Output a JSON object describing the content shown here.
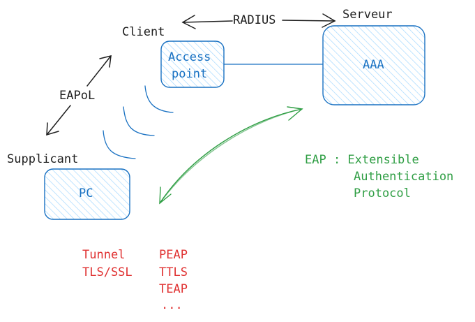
{
  "labels": {
    "client": "Client",
    "serveur": "Serveur",
    "radius": "RADIUS",
    "eapol": "EAPoL",
    "supplicant": "Supplicant"
  },
  "boxes": {
    "access_point_line1": "Access",
    "access_point_line2": "point",
    "aaa": "AAA",
    "pc": "PC"
  },
  "eap_definition": {
    "line1": "EAP : Extensible",
    "line2": "Authentication",
    "line3": "Protocol"
  },
  "tunnel": {
    "line1": "Tunnel",
    "line2": "TLS/SSL"
  },
  "methods": [
    "PEAP",
    "TTLS",
    "TEAP",
    "..."
  ],
  "colors": {
    "stroke_dark": "#1e1e1e",
    "stroke_blue": "#1971c2",
    "fill_blue": "#a5d8ff",
    "green": "#2f9e44",
    "red": "#e03131"
  }
}
